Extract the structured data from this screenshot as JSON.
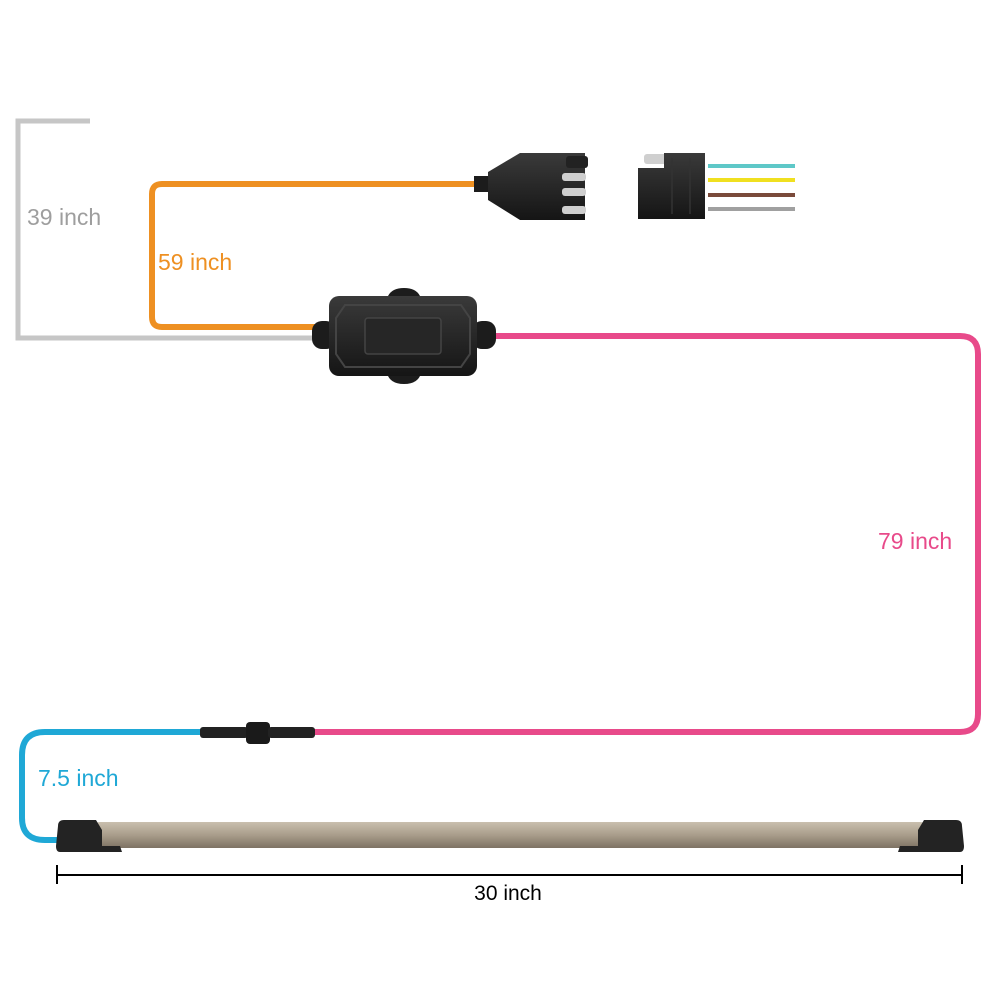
{
  "labels": {
    "gray_wire": "39 inch",
    "orange_wire": "59 inch",
    "pink_wire": "79 inch",
    "blue_wire": "7.5 inch",
    "light_bar": "30 inch"
  },
  "colors": {
    "gray_wire": "#c6c6c6",
    "gray_label": "#9e9e9e",
    "orange_wire": "#ee9022",
    "pink_wire": "#e84a8a",
    "blue_wire": "#1fa8d6",
    "light_bar": "#a99d8b",
    "plug_wires": [
      "#5ec8c8",
      "#f0e020",
      "#7a4a3a",
      "#a0a0a0"
    ]
  }
}
